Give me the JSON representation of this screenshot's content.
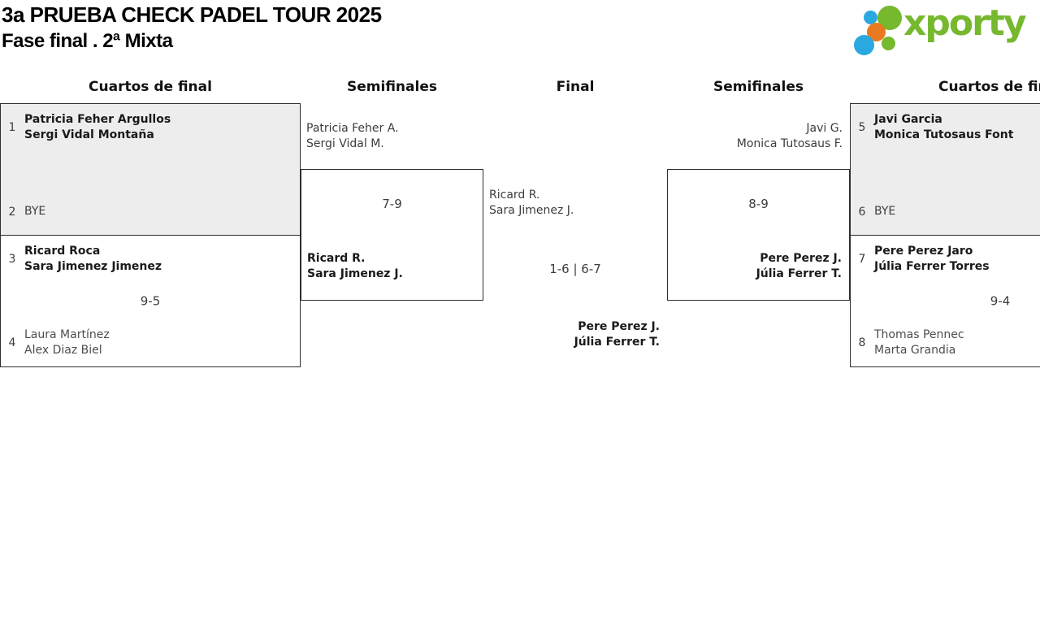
{
  "page": {
    "title": "3a PRUEBA CHECK PADEL TOUR 2025",
    "subtitle": "Fase final . 2ª Mixta"
  },
  "logo": {
    "brand": "xporty",
    "green": "#76b82e",
    "blue": "#2aa9e0",
    "orange": "#e8791e"
  },
  "rounds": {
    "qf_left": "Cuartos de final",
    "sf_left": "Semifinales",
    "final": "Final",
    "sf_right": "Semifinales",
    "qf_right": "Cuartos de final"
  },
  "matches": {
    "qf1": {
      "seed1": "1",
      "team1": [
        "Patricia Feher Argullos",
        "Sergi Vidal Montaña"
      ],
      "seed2": "2",
      "team2": [
        "BYE"
      ],
      "score": ""
    },
    "qf2": {
      "seed1": "3",
      "team1": [
        "Ricard Roca",
        "Sara Jimenez Jimenez"
      ],
      "score": "9-5",
      "seed2": "4",
      "team2": [
        "Laura Martínez",
        "Alex Diaz Biel"
      ]
    },
    "sf1": {
      "team1": [
        "Patricia Feher A.",
        "Sergi Vidal M."
      ],
      "score": "7-9",
      "team2": [
        "Ricard R.",
        "Sara Jimenez J."
      ]
    },
    "final": {
      "team1": [
        "Ricard R.",
        "Sara Jimenez J."
      ],
      "score": "1-6 | 6-7",
      "team2": [
        "Pere Perez J.",
        "Júlia Ferrer T."
      ]
    },
    "sf2": {
      "team1": [
        "Javi G.",
        "Monica Tutosaus F."
      ],
      "score": "8-9",
      "team2": [
        "Pere Perez J.",
        "Júlia Ferrer T."
      ]
    },
    "qf3": {
      "seed1": "5",
      "team1": [
        "Javi Garcia",
        "Monica Tutosaus Font"
      ],
      "seed2": "6",
      "team2": [
        "BYE"
      ],
      "score": ""
    },
    "qf4": {
      "seed1": "7",
      "team1": [
        "Pere Perez Jaro",
        "Júlia Ferrer Torres"
      ],
      "score": "9-4",
      "seed2": "8",
      "team2": [
        "Thomas Pennec",
        "Marta Grandia"
      ]
    }
  }
}
